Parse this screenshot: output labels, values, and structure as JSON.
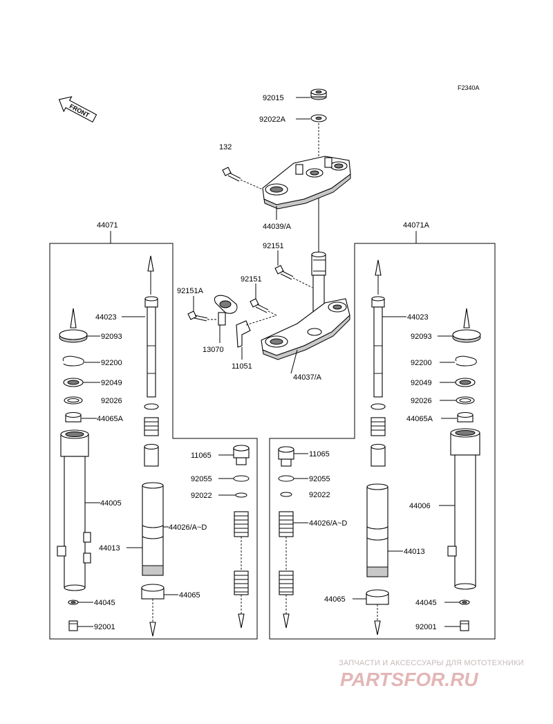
{
  "diagram": {
    "ref_code": "F2340A",
    "front_label": "FRONT",
    "labels": {
      "n92015": "92015",
      "n92022A": "92022A",
      "n132": "132",
      "n44039A": "44039/A",
      "n92151_a": "92151",
      "n92151_b": "92151",
      "n92151A": "92151A",
      "n13070": "13070",
      "n11051": "11051",
      "n44037A": "44037/A",
      "n44071": "44071",
      "n44071A": "44071A",
      "left": {
        "n44023": "44023",
        "n92093": "92093",
        "n92200": "92200",
        "n92049": "92049",
        "n92026": "92026",
        "n44065A": "44065A",
        "n44005": "44005",
        "n44013": "44013",
        "n44045": "44045",
        "n92001": "92001",
        "n11065": "11065",
        "n92055": "92055",
        "n92022": "92022",
        "n44026": "44026/A~D",
        "n44065": "44065"
      },
      "right": {
        "n44023": "44023",
        "n92093": "92093",
        "n92200": "92200",
        "n92049": "92049",
        "n92026": "92026",
        "n44065A": "44065A",
        "n44006": "44006",
        "n44013": "44013",
        "n44045": "44045",
        "n92001": "92001",
        "n11065": "11065",
        "n92055": "92055",
        "n92022": "92022",
        "n44026": "44026/A~D",
        "n44065": "44065"
      }
    }
  },
  "watermark": {
    "caption": "ЗАПЧАСТИ И АКСЕССУАРЫ ДЛЯ МОТОТЕХНИКИ",
    "logo": "PARTSFOR.RU"
  }
}
